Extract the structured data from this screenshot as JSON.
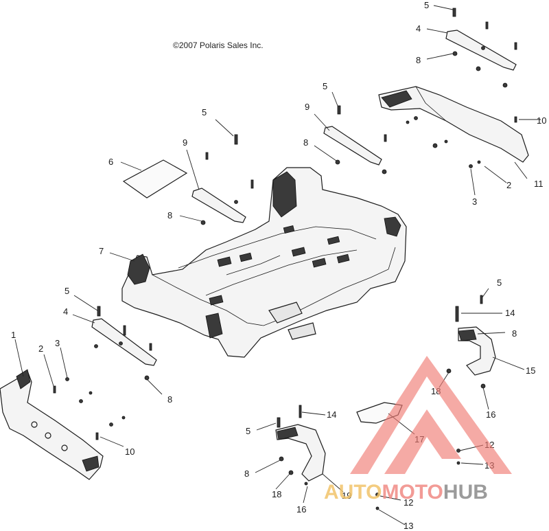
{
  "copyright": "©2007 Polaris Sales Inc.",
  "watermark": {
    "word1": "AUTO",
    "word2": "MOTO",
    "word3": "HUB",
    "colors": {
      "auto": "#f2c46a",
      "moto": "#f08a84",
      "hub": "#8a8a8a",
      "triangle": "#f07a72"
    }
  },
  "callouts": [
    {
      "id": "c-5-top",
      "label": "5"
    },
    {
      "id": "c-4-top",
      "label": "4"
    },
    {
      "id": "c-8-top",
      "label": "8"
    },
    {
      "id": "c-5-mid",
      "label": "5"
    },
    {
      "id": "c-9-mid",
      "label": "9"
    },
    {
      "id": "c-8-mid",
      "label": "8"
    },
    {
      "id": "c-10-right",
      "label": "10"
    },
    {
      "id": "c-11",
      "label": "11"
    },
    {
      "id": "c-2-right",
      "label": "2"
    },
    {
      "id": "c-3-right",
      "label": "3"
    },
    {
      "id": "c-5-left",
      "label": "5"
    },
    {
      "id": "c-9-left",
      "label": "9"
    },
    {
      "id": "c-6",
      "label": "6"
    },
    {
      "id": "c-8-left",
      "label": "8"
    },
    {
      "id": "c-7",
      "label": "7"
    },
    {
      "id": "c-5-front",
      "label": "5"
    },
    {
      "id": "c-4-front",
      "label": "4"
    },
    {
      "id": "c-1",
      "label": "1"
    },
    {
      "id": "c-2-front",
      "label": "2"
    },
    {
      "id": "c-3-front",
      "label": "3"
    },
    {
      "id": "c-8-front",
      "label": "8"
    },
    {
      "id": "c-10-front",
      "label": "10"
    },
    {
      "id": "c-5-rr",
      "label": "5"
    },
    {
      "id": "c-14-rr",
      "label": "14"
    },
    {
      "id": "c-8-rr",
      "label": "8"
    },
    {
      "id": "c-15",
      "label": "15"
    },
    {
      "id": "c-18-rr",
      "label": "18"
    },
    {
      "id": "c-16-rr",
      "label": "16"
    },
    {
      "id": "c-17",
      "label": "17"
    },
    {
      "id": "c-12-rr",
      "label": "12"
    },
    {
      "id": "c-13-rr",
      "label": "13"
    },
    {
      "id": "c-14-bl",
      "label": "14"
    },
    {
      "id": "c-5-bl",
      "label": "5"
    },
    {
      "id": "c-8-bl",
      "label": "8"
    },
    {
      "id": "c-18-bl",
      "label": "18"
    },
    {
      "id": "c-16-bl",
      "label": "16"
    },
    {
      "id": "c-19",
      "label": "19"
    },
    {
      "id": "c-12-bl",
      "label": "12"
    },
    {
      "id": "c-13-bl",
      "label": "13"
    }
  ]
}
